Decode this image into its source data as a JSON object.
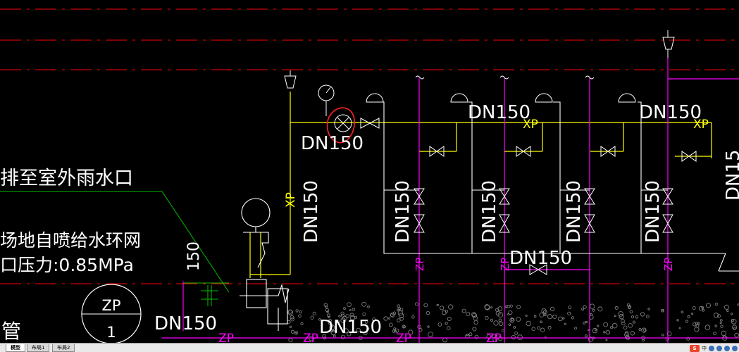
{
  "drawing": {
    "pipe_labels": {
      "xp_vertical": "XP",
      "dn150_vertical_main": "DN150",
      "dn150_near_valve": "DN150",
      "dn150_top_1": "DN150",
      "dn150_top_2": "DN150",
      "xp_top_1": "XP",
      "xp_top_2": "XP",
      "dn150_riser_1": "DN150",
      "dn150_riser_2": "DN150",
      "dn150_riser_3": "DN150",
      "dn150_riser_4": "DN150",
      "dn150_right_edge": "DN15",
      "dn150_bottom_mid": "DN150",
      "dn150_bottom_left": "DN150",
      "dn150_bottom_center": "DN150",
      "zp_riser_1": "ZP",
      "zp_riser_2": "ZP",
      "zp_riser_3": "ZP",
      "zp_bottom_1": "ZP",
      "zp_bottom_2": "ZP",
      "zp_bottom_3": "ZP",
      "zp_bottom_4": "ZP",
      "dim_150": "150"
    },
    "notes": {
      "drain_note": "排至室外雨水口",
      "network_note": "场地自喷给水环网",
      "pressure_note": "口压力:0.85MPa",
      "pipe_char": "管"
    },
    "riser_tag": {
      "top": "ZP",
      "bottom": "1"
    },
    "colors": {
      "background": "#000000",
      "pipe_yellow": "#ffff00",
      "pipe_magenta": "#ff00ff",
      "white": "#ffffff",
      "green": "#00ff00",
      "red_dash": "#ff0000",
      "annotation_red": "#ff2020",
      "grey_dots": "#909090"
    }
  },
  "statusbar": {
    "tabs": [
      "模型",
      "布局1",
      "布局2"
    ],
    "ime_label": "S",
    "ime_lang": "中"
  }
}
